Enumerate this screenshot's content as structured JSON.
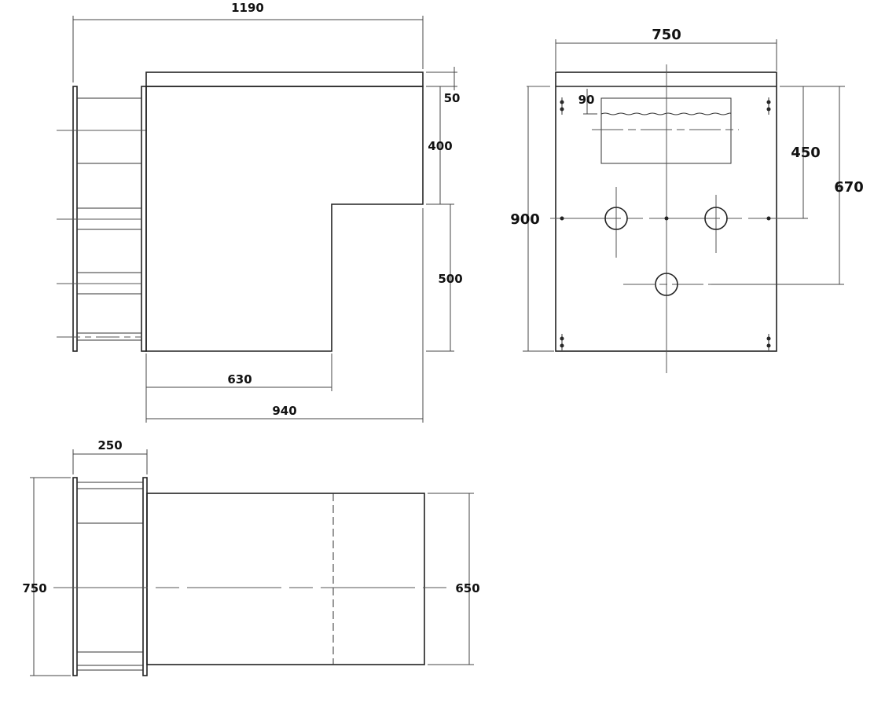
{
  "front_view": {
    "overall_width": "1190",
    "top_thickness": "50",
    "upper_height": "400",
    "lower_height": "500",
    "step_width": "630",
    "body_width": "940"
  },
  "side_view": {
    "width": "750",
    "height": "900",
    "hole_row_height": "450",
    "lower_hole_height": "670",
    "slot_offset": "90"
  },
  "top_view": {
    "shelf_depth": "250",
    "overall_depth": "750",
    "body_depth": "650"
  }
}
